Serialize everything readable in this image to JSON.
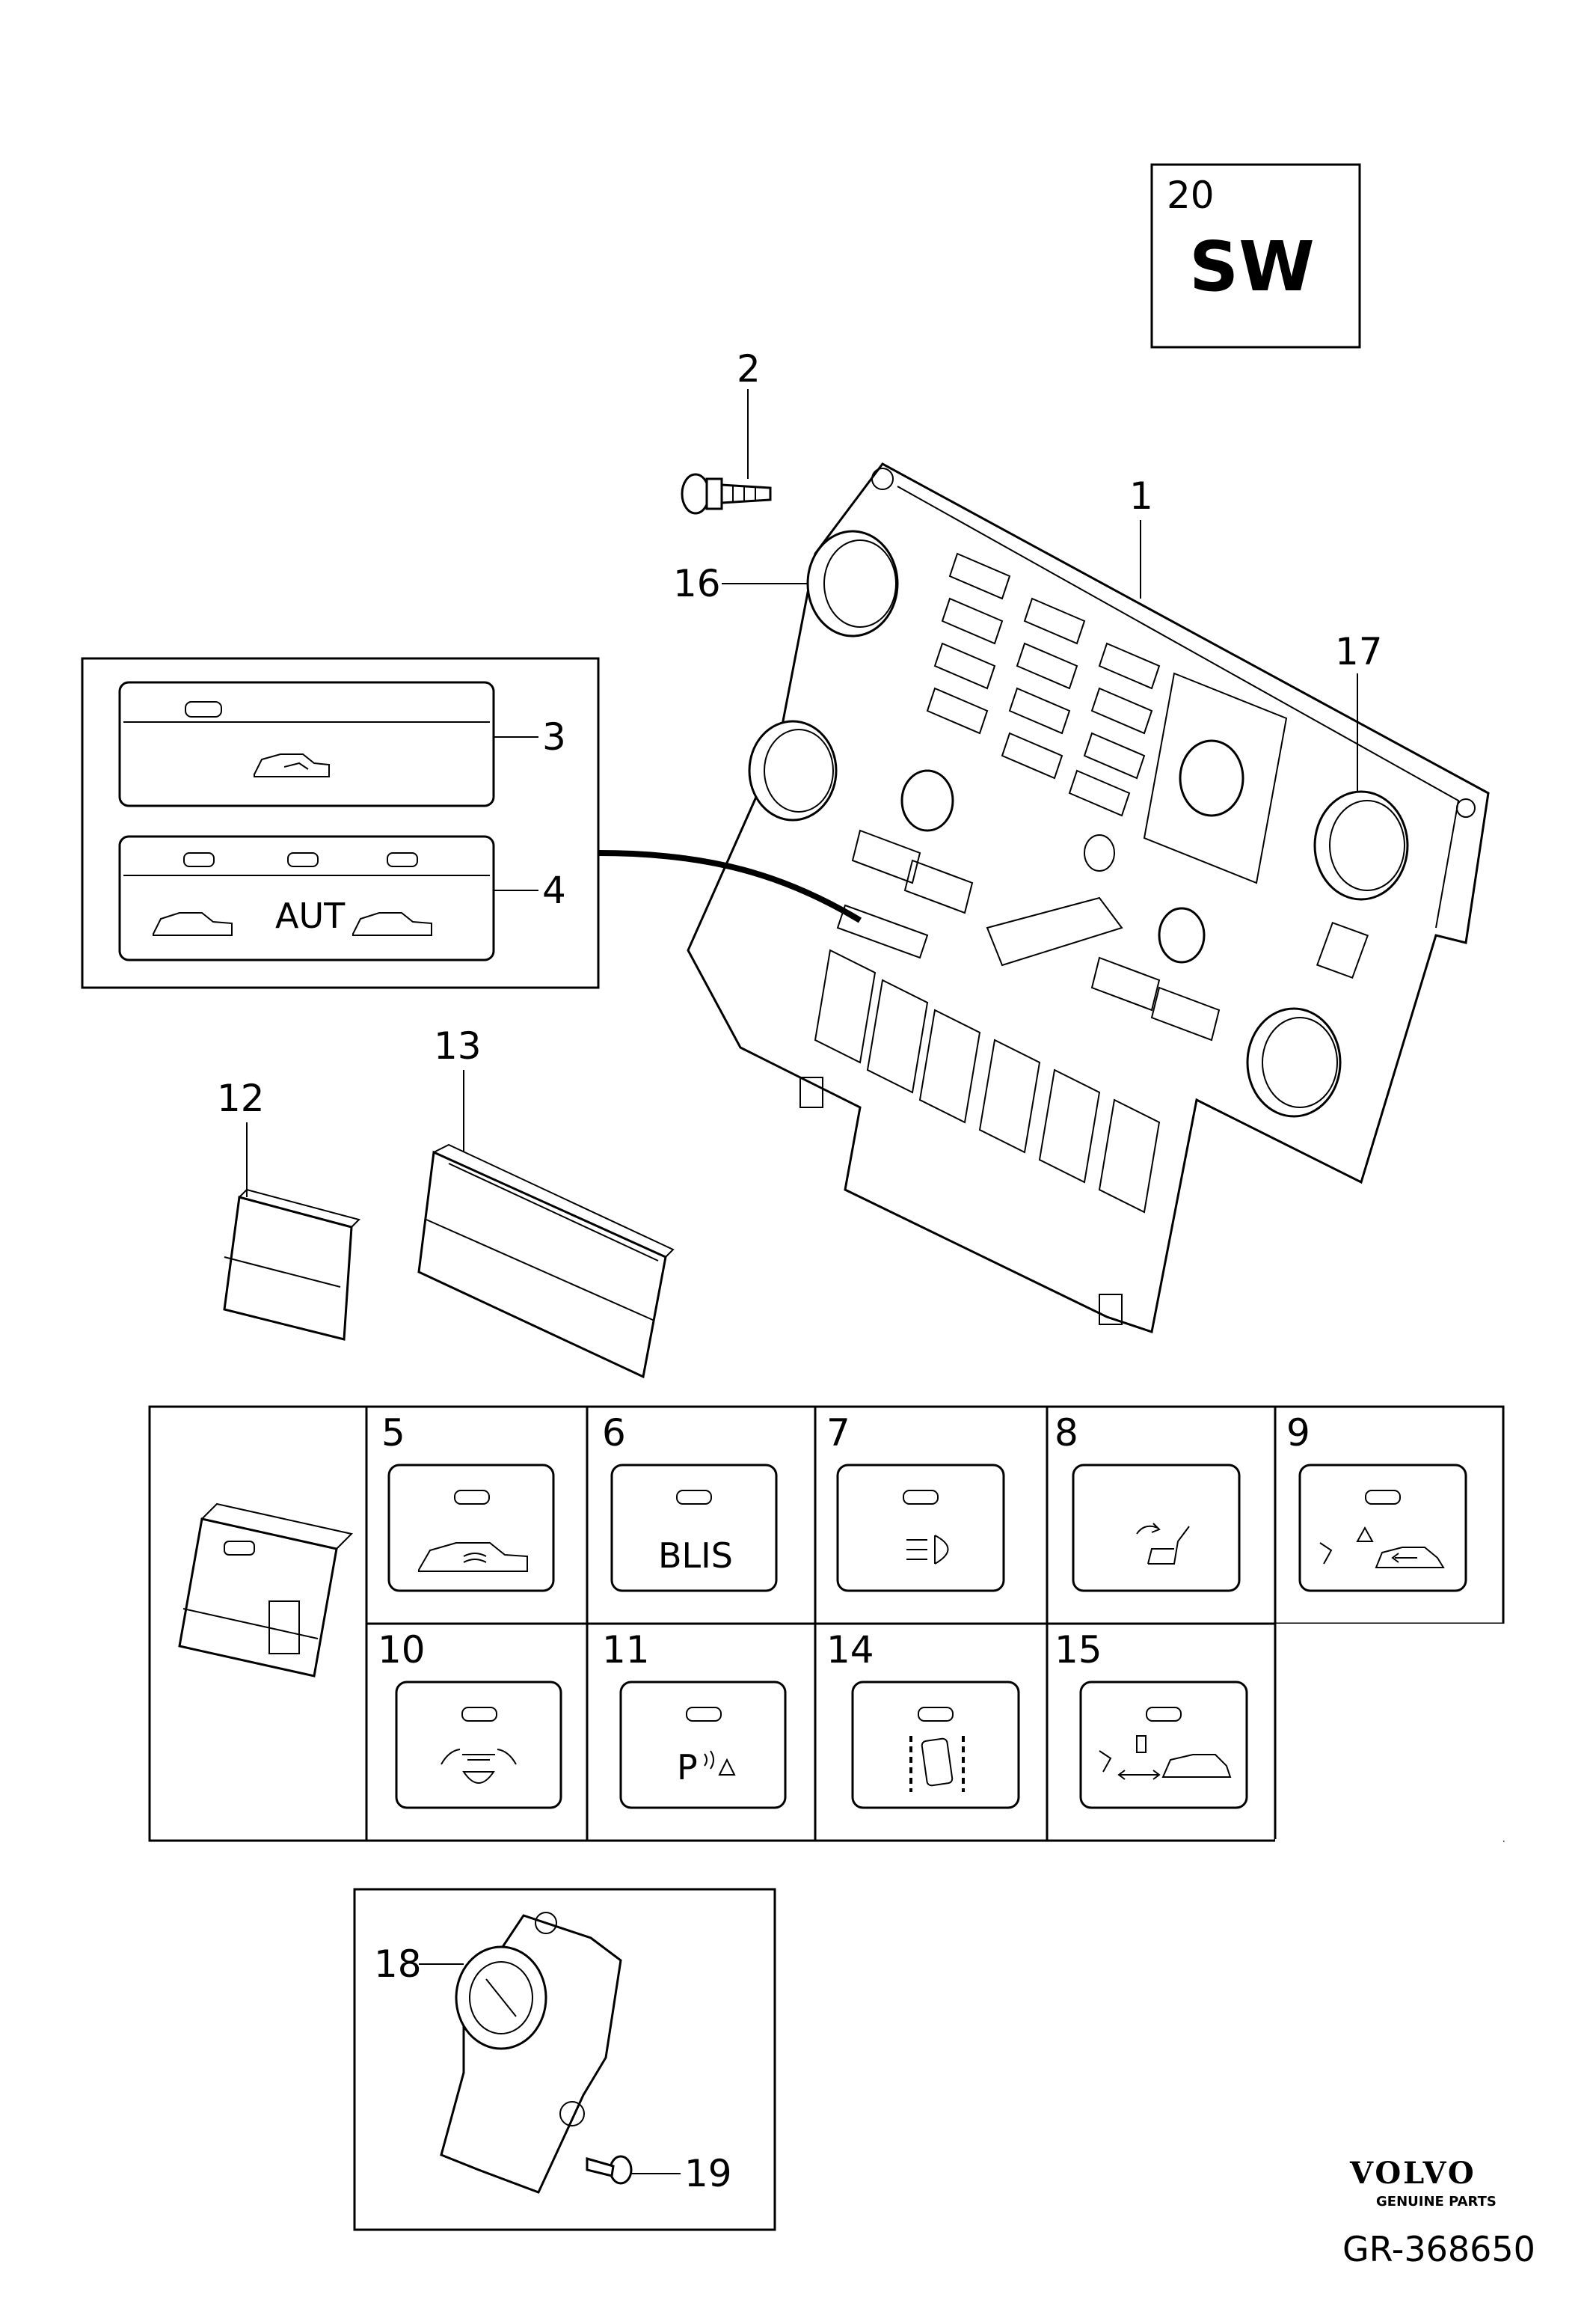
{
  "kit_box": {
    "number": "20",
    "code": "SW"
  },
  "callouts": {
    "c1": "1",
    "c2": "2",
    "c3": "3",
    "c4": "4",
    "c12": "12",
    "c13": "13",
    "c16": "16",
    "c17": "17",
    "c18": "18",
    "c19": "19"
  },
  "inset_button_4": {
    "center_label": "AUT"
  },
  "switch_grid": {
    "cells": [
      {
        "number": "5",
        "icon": "car-airflow-icon",
        "text": ""
      },
      {
        "number": "6",
        "icon": "",
        "text": "BLIS"
      },
      {
        "number": "7",
        "icon": "fog-light-icon",
        "text": ""
      },
      {
        "number": "8",
        "icon": "seat-icon",
        "text": ""
      },
      {
        "number": "9",
        "icon": "tailgate-warning-icon",
        "text": ""
      },
      {
        "number": "10",
        "icon": "dome-light-icon",
        "text": ""
      },
      {
        "number": "11",
        "icon": "park-assist-icon",
        "text": "P"
      },
      {
        "number": "14",
        "icon": "lane-icon",
        "text": ""
      },
      {
        "number": "15",
        "icon": "tailgate-info-icon",
        "text": ""
      }
    ]
  },
  "footer": {
    "brand": "VOLVO",
    "tagline": "GENUINE PARTS",
    "reference": "GR-368650"
  }
}
